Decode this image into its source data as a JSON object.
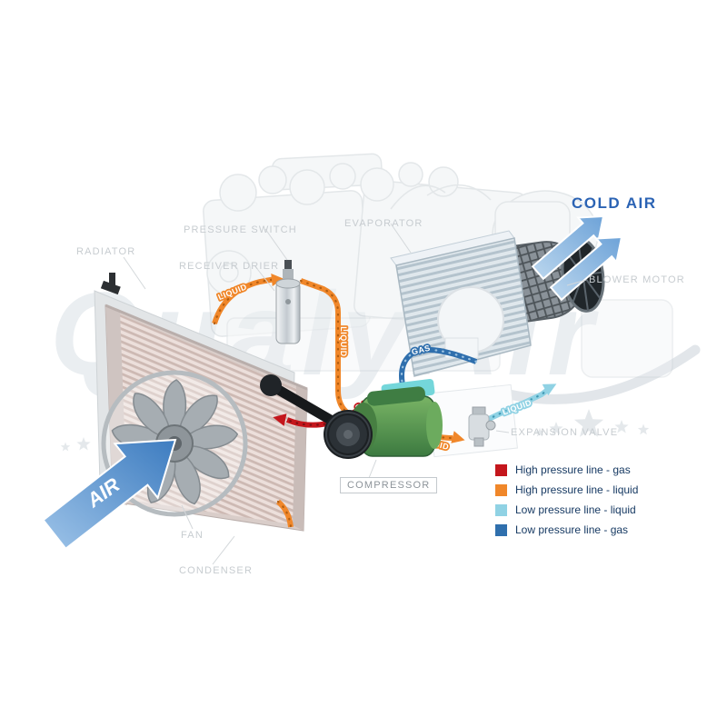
{
  "diagram": {
    "watermark": "QualyAir",
    "cold_air": "COLD AIR",
    "air": "AIR",
    "components": {
      "radiator": "RADIATOR",
      "pressure_switch": "PRESSURE SWITCH",
      "receiver_drier": "RECEIVER DRIER",
      "evaporator": "EVAPORATOR",
      "blower_motor": "BLOWER MOTOR",
      "expansion_valve": "EXPANSION VALVE",
      "compressor": "COMPRESSOR",
      "fan": "FAN",
      "condenser": "CONDENSER"
    },
    "pipe_labels": {
      "liquid_condenser_out": "LIQUID",
      "liquid_drier_down": "LIQUID",
      "liquid_into_valve": "LIQUID",
      "liquid_valve_to_evap": "LIQUID",
      "gas_discharge": "GAS",
      "gas_suction": "GAS"
    },
    "legend": {
      "items": [
        {
          "label": "High pressure line - gas",
          "color": "#c4161c"
        },
        {
          "label": "High pressure line - liquid",
          "color": "#f0872a"
        },
        {
          "label": "Low pressure line - liquid",
          "color": "#90d2e4"
        },
        {
          "label": "Low pressure line -  gas",
          "color": "#2f6fad"
        }
      ]
    }
  }
}
